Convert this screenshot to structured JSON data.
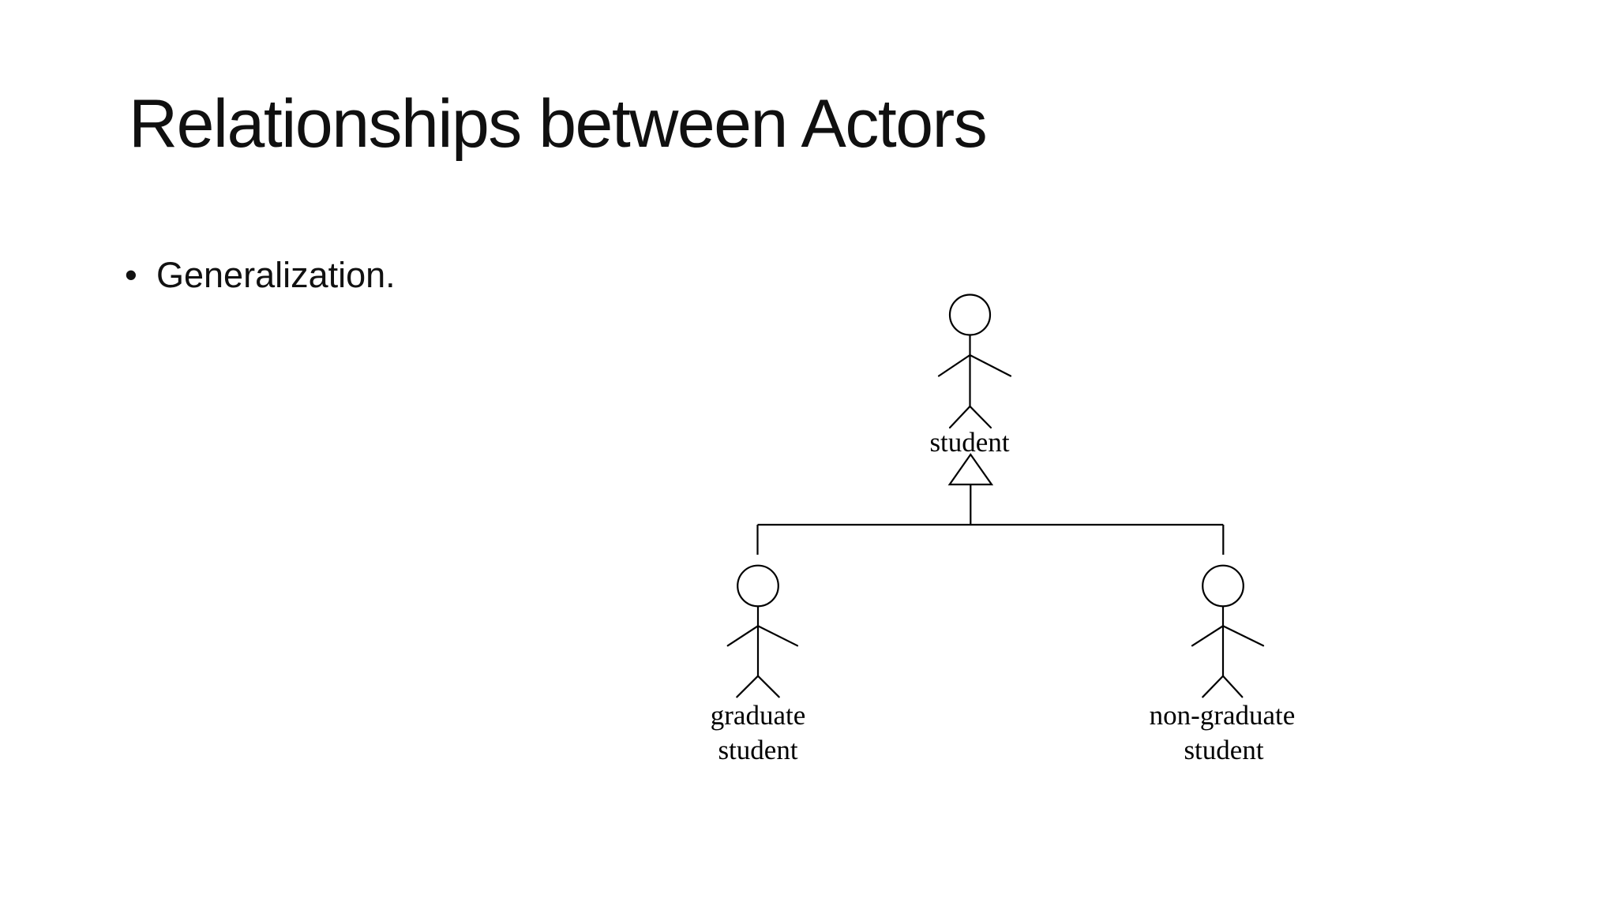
{
  "slide": {
    "title": "Relationships between Actors",
    "bullet_char": "•",
    "bullets": [
      "Generalization."
    ],
    "background_color": "#ffffff",
    "text_color": "#111111"
  },
  "diagram": {
    "kind": "uml-use-case-actor-generalization",
    "line_color": "#000000",
    "parent_actor": {
      "label": "student"
    },
    "child_actors": [
      {
        "label_line1": "graduate",
        "label_line2": "student"
      },
      {
        "label_line1": "non-graduate",
        "label_line2": "student"
      }
    ]
  }
}
